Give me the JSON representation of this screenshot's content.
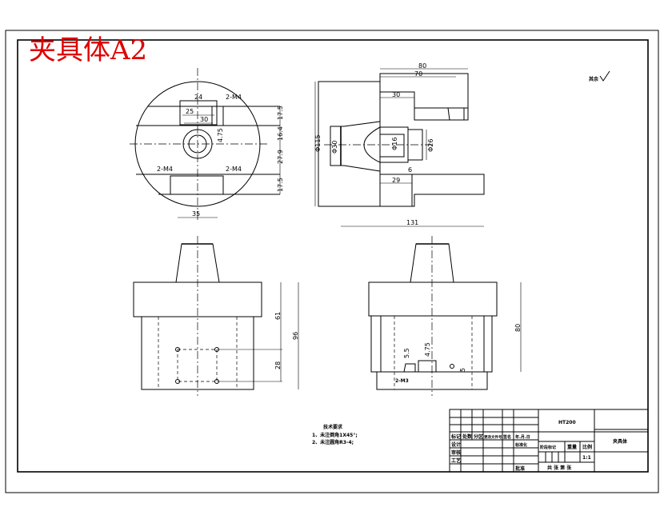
{
  "title_stamp": "夹具体A2",
  "colors": {
    "stamp": "#e00000",
    "lines": "#000000",
    "background": "#ffffff"
  },
  "roughness_note": "其余",
  "top_view_dims": {
    "d24": "24",
    "d25": "25",
    "d30": "30",
    "d35": "35",
    "d175a": "17.5",
    "d164": "16.4",
    "d279": "27.9",
    "d175b": "17.5",
    "m4a": "2-M4",
    "m4b": "2-M4",
    "d475": "4.75"
  },
  "section_dims": {
    "d80": "80",
    "d70": "70",
    "d30": "30",
    "d29": "29",
    "d131": "131",
    "phi115": "Φ115",
    "phi30": "Φ30",
    "phi16": "Φ16",
    "phi26": "Φ26",
    "d6": "6"
  },
  "front_dims": {
    "d61": "61",
    "d96": "96",
    "d28": "28"
  },
  "side_dims": {
    "d80": "80",
    "d55": "5.5",
    "d475": "4.75",
    "d5": "5",
    "m3": "2-M3"
  },
  "tech_req": {
    "heading": "技术要求",
    "items": [
      "1、未注倒角1X45°;",
      "2、未注圆角R3-4;"
    ]
  },
  "title_block": {
    "material": "HT200",
    "part_name": "夹具体",
    "headers": [
      "标记",
      "处数",
      "分区",
      "更改文件号",
      "签名",
      "年.月.日"
    ],
    "rows": [
      "设计",
      "审核",
      "工艺"
    ],
    "standard": "标准化",
    "approve": "批准",
    "stage": "阶段标记",
    "weight": "重量",
    "scale": "比例",
    "scale_value": "1:1",
    "sheets": "共 张 第 张"
  }
}
